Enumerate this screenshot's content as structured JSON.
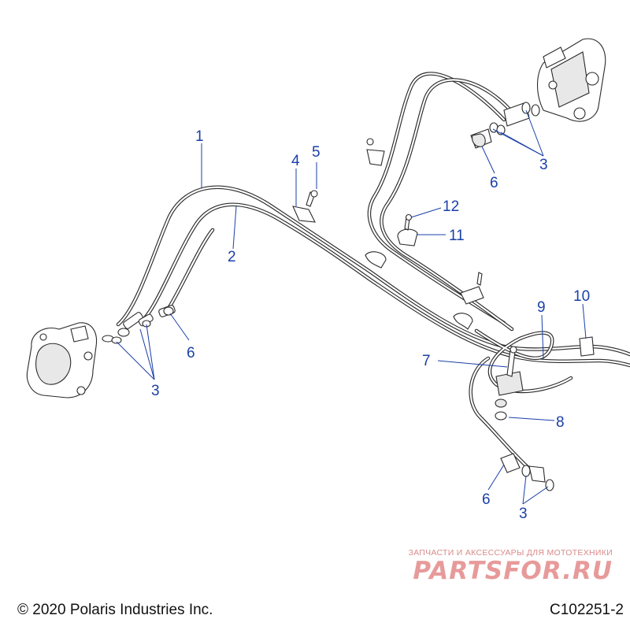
{
  "callouts": {
    "c1": "1",
    "c2": "2",
    "c3a": "3",
    "c3b": "3",
    "c3c": "3",
    "c4": "4",
    "c5": "5",
    "c6a": "6",
    "c6b": "6",
    "c6c": "6",
    "c7": "7",
    "c8": "8",
    "c9": "9",
    "c10": "10",
    "c11": "11",
    "c12": "12"
  },
  "footer": {
    "copyright": "© 2020 Polaris Industries Inc.",
    "code": "C102251-2"
  },
  "watermark": {
    "tagline": "ЗАПЧАСТИ И АКСЕССУАРЫ ДЛЯ МОТОТЕХНИКИ",
    "logo": "PARTSFOR.RU"
  },
  "colors": {
    "callout": "#1a3fa8",
    "line_art": "#2b2b2b",
    "watermark": "#e79a9a"
  }
}
